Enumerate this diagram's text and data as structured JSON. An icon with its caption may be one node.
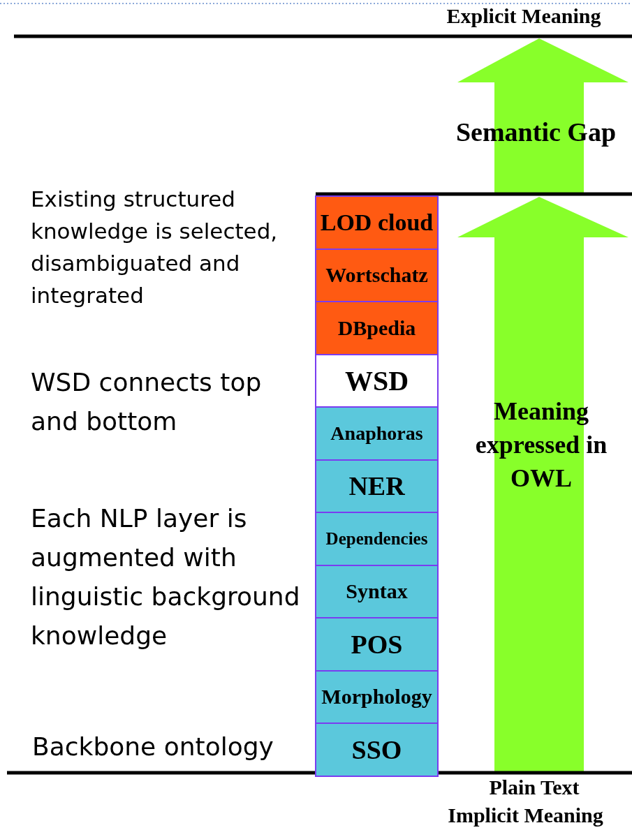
{
  "diagram": {
    "nodes": [
      {
        "text": [
          "LOD cloud"
        ]
      },
      {
        "text": [
          "Wortschatz"
        ]
      },
      {
        "text": [
          "DBpedia"
        ]
      },
      {
        "text": [
          "WSD"
        ]
      },
      {
        "text": [
          "Anaphoras"
        ]
      },
      {
        "text": [
          "NER"
        ]
      },
      {
        "text": [
          "Dependencies"
        ]
      },
      {
        "text": [
          "Syntax"
        ]
      },
      {
        "text": [
          "POS"
        ]
      },
      {
        "text": [
          "Morphology"
        ]
      },
      {
        "text": [
          "SSO"
        ]
      }
    ],
    "labels": [
      "Explicit Meaning",
      "Semantic Gap",
      "Existing structured knowledge is selected, disambiguated and integrated",
      "WSD connects top and bottom",
      "Meaning expressed in OWL",
      "Each NLP layer is augmented with linguistic background knowledge",
      "Backbone ontology",
      "Plain Text",
      "Implicit Meaning"
    ]
  }
}
